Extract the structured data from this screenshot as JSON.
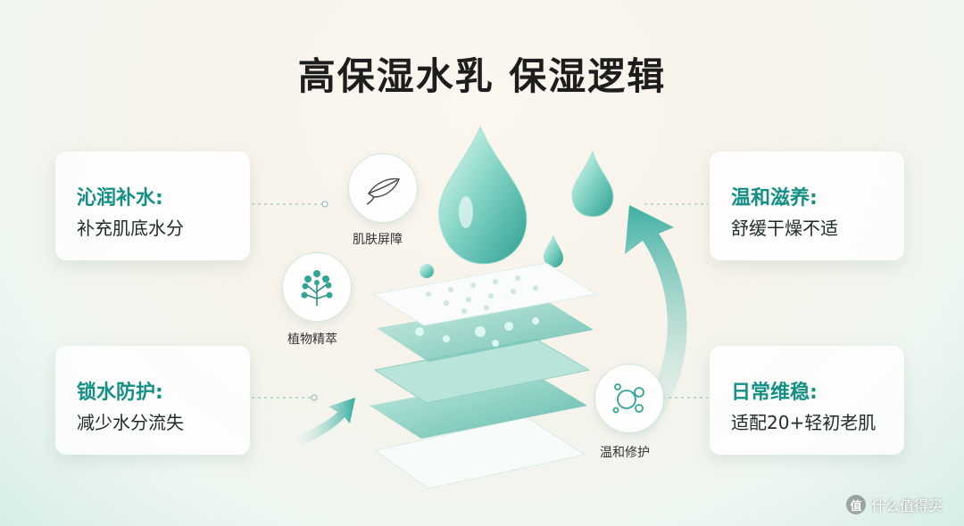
{
  "title": "高保湿水乳 保湿逻辑",
  "cards": {
    "top_left": {
      "heading": "沁润补水:",
      "text": "补充肌底水分"
    },
    "bottom_left": {
      "heading": "锁水防护:",
      "text": "减少水分流失"
    },
    "top_right": {
      "heading": "温和滋养:",
      "text": "舒缓干燥不适"
    },
    "bottom_right": {
      "heading": "日常维稳:",
      "text": "适配20+轻初老肌"
    }
  },
  "badges": {
    "skin_barrier": {
      "label": "肌肤屏障",
      "icon": "leaf-outline-icon"
    },
    "plant_extract": {
      "label": "植物精萃",
      "icon": "botanical-sprig-icon"
    },
    "gentle_repair": {
      "label": "温和修护",
      "icon": "bubbles-icon"
    }
  },
  "watermark": {
    "text": "什么值得买",
    "icon": "smzdm-logo-icon",
    "icon_glyph": "值"
  },
  "colors": {
    "accent": "#148f86",
    "teal": "#5fbcae",
    "background": "#f7f3ea"
  }
}
